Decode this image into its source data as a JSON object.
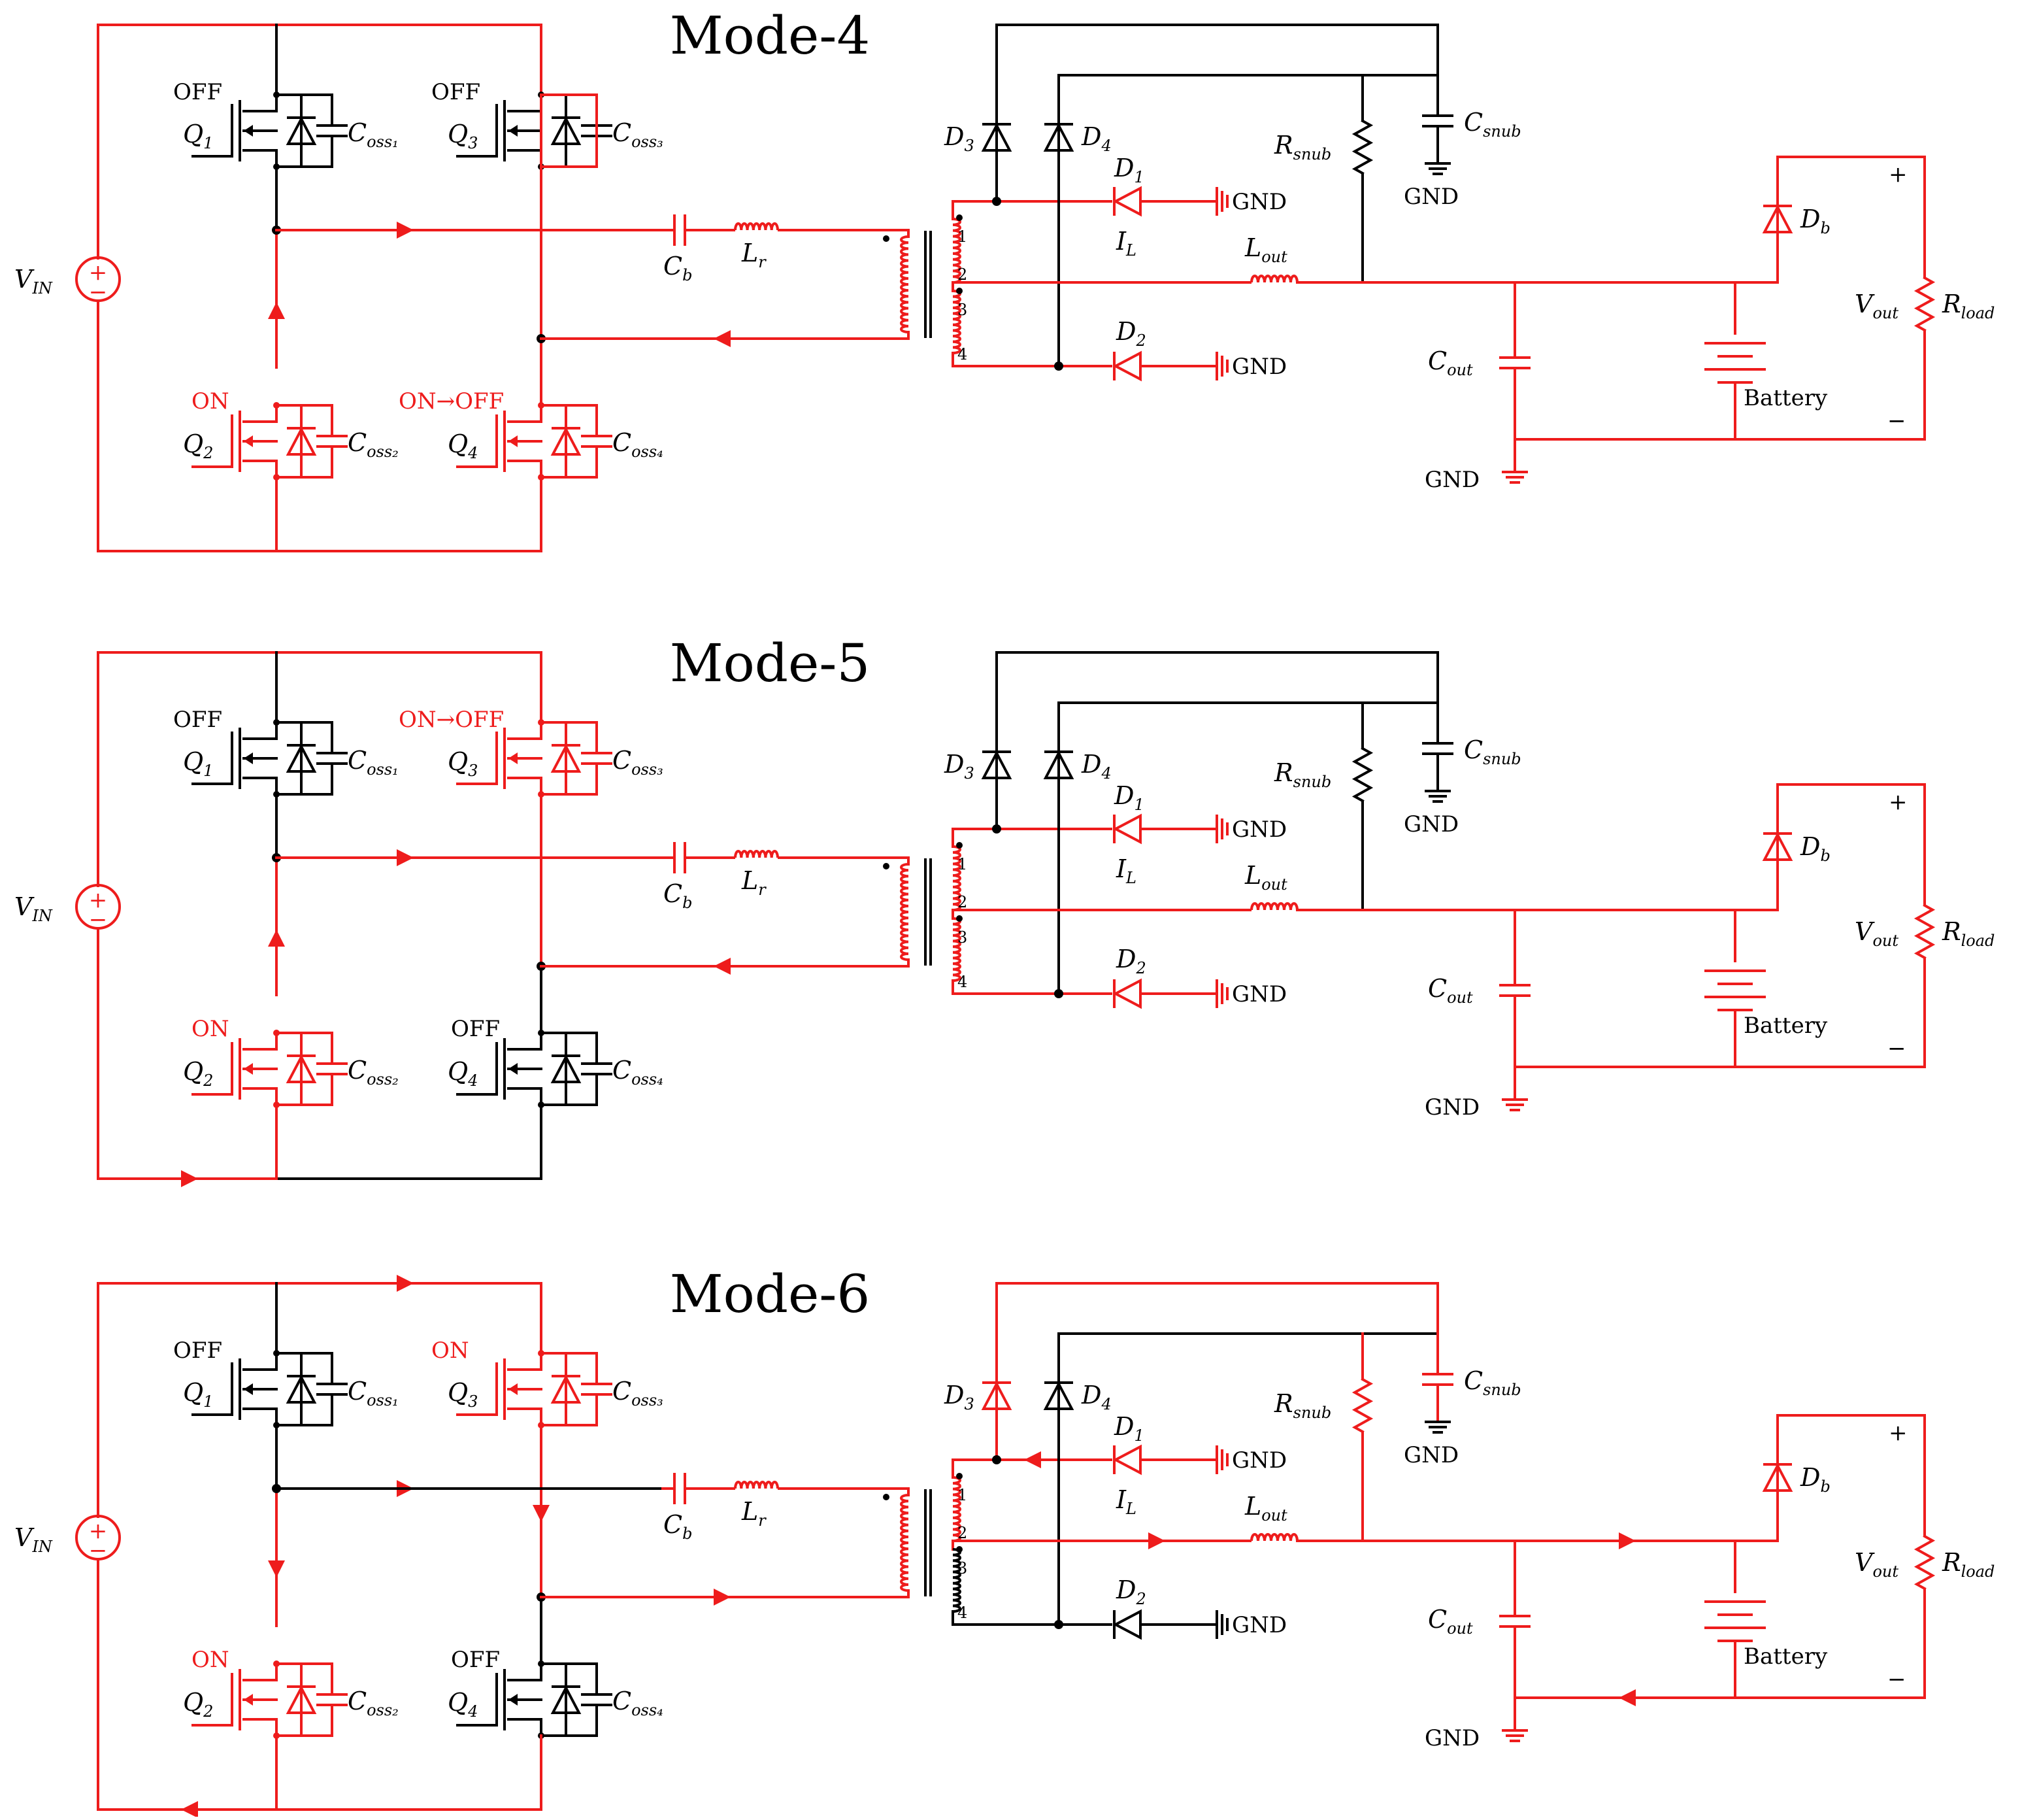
{
  "modes": [
    {
      "title": "Mode-4",
      "states": {
        "q1": "OFF",
        "q2": "ON",
        "q3": "OFF",
        "q4": "ON→OFF"
      },
      "states_active": {
        "q1": false,
        "q2": true,
        "q3": false,
        "q4": true
      }
    },
    {
      "title": "Mode-5",
      "states": {
        "q1": "OFF",
        "q2": "ON",
        "q3": "ON→OFF",
        "q4": "OFF"
      },
      "states_active": {
        "q1": false,
        "q2": true,
        "q3": true,
        "q4": false
      }
    },
    {
      "title": "Mode-6",
      "states": {
        "q1": "OFF",
        "q2": "ON",
        "q3": "ON",
        "q4": "OFF"
      },
      "states_active": {
        "q1": false,
        "q2": true,
        "q3": true,
        "q4": false
      }
    }
  ],
  "labels": {
    "vin_main": "V",
    "vin_sub": "IN",
    "q1_main": "Q",
    "q1_sub": "1",
    "q2_main": "Q",
    "q2_sub": "2",
    "q3_main": "Q",
    "q3_sub": "3",
    "q4_main": "Q",
    "q4_sub": "4",
    "coss1_main": "C",
    "coss1_sub": "oss₁",
    "coss2_main": "C",
    "coss2_sub": "oss₂",
    "coss3_main": "C",
    "coss3_sub": "oss₃",
    "coss4_main": "C",
    "coss4_sub": "oss₄",
    "cb_main": "C",
    "cb_sub": "b",
    "lr_main": "L",
    "lr_sub": "r",
    "d1_main": "D",
    "d1_sub": "1",
    "d2_main": "D",
    "d2_sub": "2",
    "d3_main": "D",
    "d3_sub": "3",
    "d4_main": "D",
    "d4_sub": "4",
    "db_main": "D",
    "db_sub": "b",
    "il_main": "I",
    "il_sub": "L",
    "lout_main": "L",
    "lout_sub": "out",
    "cout_main": "C",
    "cout_sub": "out",
    "rsnub_main": "R",
    "rsnub_sub": "snub",
    "csnub_main": "C",
    "csnub_sub": "snub",
    "vout_main": "V",
    "vout_sub": "out",
    "rload_main": "R",
    "rload_sub": "load",
    "gnd": "GND",
    "battery": "Battery",
    "plus": "+",
    "minus": "−",
    "pin1": "1",
    "pin2": "2",
    "pin3": "3",
    "pin4": "4"
  },
  "colors": {
    "active": "#ee1c1c",
    "inactive": "#000000"
  }
}
